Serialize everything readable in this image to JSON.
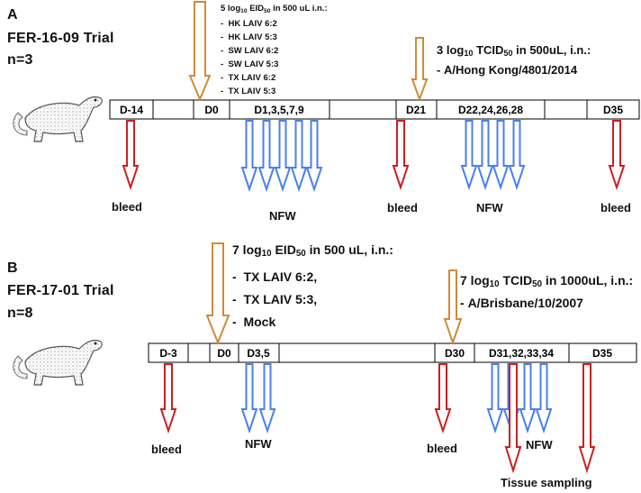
{
  "panelA": {
    "letter": "A",
    "trial": "FER-16-09 Trial",
    "n": "n=3",
    "prime": {
      "dose_lines": [
        "5 log",
        "10",
        " EID",
        "50",
        " in 500 uL i.n.:"
      ],
      "items": [
        "HK LAIV 6:2",
        "HK LAIV 5:3",
        "SW LAIV 6:2",
        "SW LAIV 5:3",
        "TX LAIV 6:2",
        "TX LAIV 5:3"
      ]
    },
    "challenge": {
      "dose_parts": [
        "3 log",
        "10",
        " TCID",
        "50",
        " in 500uL, i.n.:"
      ],
      "items": [
        "A/Hong Kong/4801/2014"
      ]
    },
    "timeline": [
      "D-14",
      "D0",
      "D1,3,5,7,9",
      "D21",
      "D22,24,26,28",
      "D35"
    ],
    "labels": {
      "bleed": "bleed",
      "nfw": "NFW"
    }
  },
  "panelB": {
    "letter": "B",
    "trial": "FER-17-01 Trial",
    "n": "n=8",
    "prime": {
      "dose_parts": [
        "7 log",
        "10",
        " EID",
        "50",
        " in 500 uL, i.n.:"
      ],
      "items": [
        "TX LAIV 6:2,",
        "TX LAIV 5:3,",
        "Mock"
      ]
    },
    "challenge": {
      "dose_parts": [
        "7 log",
        "10",
        " TCID",
        "50",
        " in 1000uL, i.n.:"
      ],
      "items": [
        "A/Brisbane/10/2007"
      ]
    },
    "timeline": [
      "D-3",
      "D0",
      "D3,5",
      "D30",
      "D31,32,33,34",
      "D35"
    ],
    "labels": {
      "bleed": "bleed",
      "nfw": "NFW",
      "tissue": "Tissue sampling"
    }
  },
  "colors": {
    "orange": "#d08a38",
    "red": "#cc1f1f",
    "blue": "#4a7ff0",
    "outline": "#000000"
  }
}
